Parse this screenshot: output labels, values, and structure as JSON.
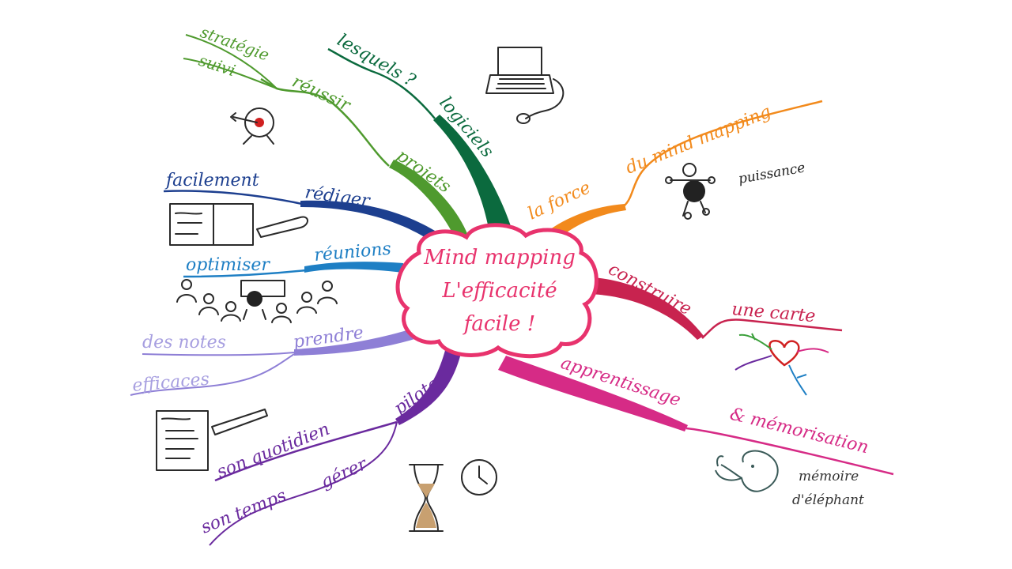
{
  "center": {
    "lines": [
      "Mind mapping",
      "L'efficacité",
      "facile !"
    ],
    "color": "#e8336d"
  },
  "branches": [
    {
      "id": "projets",
      "color": "#4f9a2e",
      "labels": [
        "projets",
        "réussir",
        "stratégie",
        "suivi"
      ]
    },
    {
      "id": "logiciels",
      "color": "#0b6a3e",
      "labels": [
        "logiciels",
        "lesquels ?"
      ]
    },
    {
      "id": "force",
      "color": "#f28a1c",
      "labels": [
        "la force",
        "du mind mapping",
        "puissance"
      ]
    },
    {
      "id": "construire",
      "color": "#c8234f",
      "labels": [
        "construire",
        "une carte"
      ]
    },
    {
      "id": "apprentissage",
      "color": "#d62b86",
      "labels": [
        "apprentissage",
        "& mémorisation",
        "mémoire",
        "d'éléphant"
      ]
    },
    {
      "id": "piloter",
      "color": "#6a2a9e",
      "labels": [
        "piloter",
        "son quotidien",
        "gérer",
        "son temps"
      ]
    },
    {
      "id": "prendre",
      "color": "#8e7fd6",
      "labels": [
        "prendre",
        "des notes",
        "efficaces"
      ]
    },
    {
      "id": "reunions",
      "color": "#1e7fc4",
      "labels": [
        "réunions",
        "optimiser"
      ]
    },
    {
      "id": "rediger",
      "color": "#1d3f8f",
      "labels": [
        "rédiger",
        "facilement"
      ]
    }
  ],
  "icons": [
    "target-icon",
    "laptop-icon",
    "strongman-icon",
    "heart-map-icon",
    "elephant-icon",
    "clock-icon",
    "hourglass-icon",
    "notepad-icon",
    "book-icon",
    "meeting-icon"
  ]
}
